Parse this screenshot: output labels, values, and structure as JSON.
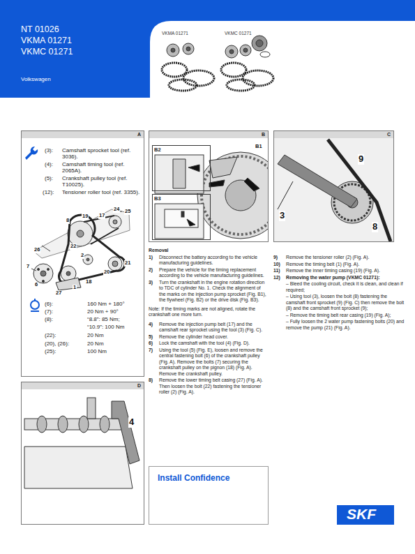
{
  "diagram": {
    "nodes": [
      {
        "text": [
          "NT 01026",
          "VKMA 01271",
          "VKMC 01271",
          "Volkswagen"
        ]
      },
      {
        "text": [
          "A"
        ]
      },
      {
        "text": [
          "B"
        ]
      },
      {
        "text": [
          "B2"
        ],
        "in": 2
      },
      {
        "text": [
          "B3"
        ],
        "in": 2
      },
      {
        "text": [
          "C"
        ]
      },
      {
        "text": [
          "D"
        ]
      },
      {
        "text": [
          "Install Confidence"
        ]
      }
    ],
    "labels": [
      "VKMA 01271",
      "VKMC 01271",
      "(3):",
      "Camshaft sprocket tool (ref. 3036).",
      "(4):",
      "Camshaft timing tool (ref. 2065A).",
      "(5):",
      "Crankshaft pulley tool (ref. T10025).",
      "(12):",
      "Tensioner roller tool (ref. 3355).",
      "24",
      "25",
      "8",
      "19",
      "17",
      "26",
      "22",
      "2",
      "20",
      "21",
      "7",
      "6",
      "1",
      "27",
      "18",
      "(6):",
      "160 Nm + 180°",
      "(7):",
      "20 Nm + 90°",
      "(8):",
      "“8.8”: 85 Nm;",
      "“10.9”: 100 Nm",
      "(22):",
      "20 Nm",
      "(20), (26):",
      "20 Nm",
      "(25):",
      "100 Nm",
      "B1",
      "9",
      "3",
      "8",
      "4",
      "SKF",
      "Removal",
      "1)",
      "Disconnect the battery according to the vehicle manufacturing guidelines.",
      "2)",
      "Prepare the vehicle for the timing replacement according to the vehicle manufacturing guidelines.",
      "3)",
      "Turn the crankshaft in the engine rotation direction to TDC of cylinder No. 1. Check the alignment of the marks on the injection pump sprocket (Fig. B1), the flywheel (Fig. B2) or the drive disk (Fig. B3).",
      "Note: If the timing marks are not aligned, rotate the crankshaft one more turn.",
      "4)",
      "Remove the injection pump belt (17) and the camshaft rear sprocket using the tool (3) (Fig. C).",
      "5)",
      "Remove the cylinder head cover.",
      "6)",
      "Lock the camshaft with the tool (4) (Fig. D).",
      "7)",
      "Using the tool (5) (Fig. E), loosen and remove the central fastening bolt (6) of the crankshaft pulley (Fig. A). Remove the bolts (7) securing the crankshaft pulley on the pignon (18) (Fig. A). Remove the crankshaft pulley.",
      "8)",
      "Remove the lower timing belt casing (27) (Fig. A). Then loosen the bolt (22) fastening the tensioner roller (2) (Fig. A).",
      "9)",
      "Remove the tensioner roller (2) (Fig. A).",
      "10)",
      "Remove the timing belt (1) (Fig. A).",
      "11)",
      "Remove the inner timing casing (19) (Fig. A).",
      "12)",
      "Removing the water pump (VKMC 01271):",
      "– Bleed the cooling circuit, check it is clean, and clean if required;",
      "– Using tool (3), loosen the bolt (8) fastening the camshaft front sprocket (9) (Fig. C) then remove the bolt (8) and the camshaft front sprocket (9);",
      "– Remove the timing belt rear casing (19) (Fig. A);",
      "– Fully loosen the 2 water pump fastening bolts (20) and remove the pump (21) (Fig. A)."
    ]
  }
}
